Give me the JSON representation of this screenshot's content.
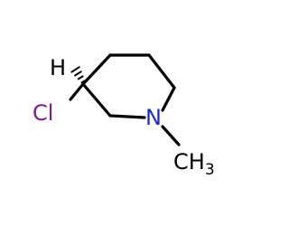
{
  "molecule": {
    "atoms": {
      "hydrogen": "H",
      "chlorine": "Cl",
      "nitrogen": "N",
      "methyl_c": "CH",
      "methyl_sub": "3"
    },
    "colors": {
      "bond": "#000000",
      "hydrogen": "#000000",
      "chlorine": "#7b1e8c",
      "nitrogen": "#1c2bd1",
      "carbon": "#000000"
    }
  }
}
